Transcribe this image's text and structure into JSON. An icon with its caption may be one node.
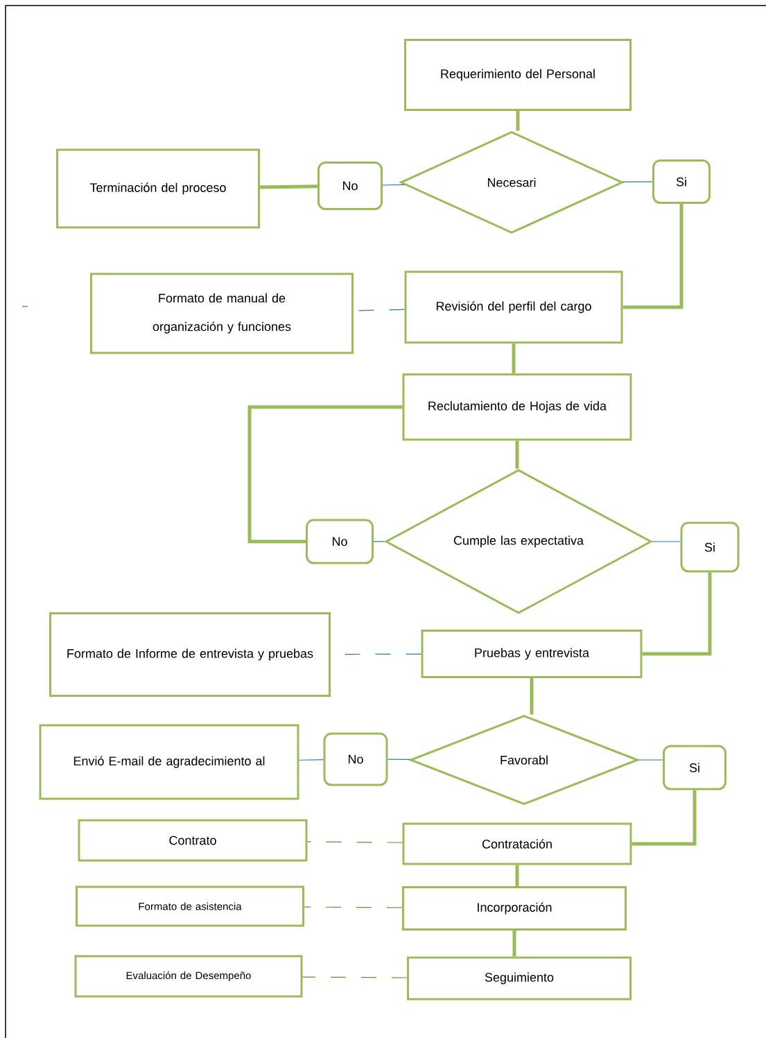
{
  "diagram": {
    "nodes": [
      {
        "text": [
          "Requerimiento del Personal"
        ]
      },
      {
        "text": [
          "Necesari"
        ]
      },
      {
        "text": [
          "No"
        ]
      },
      {
        "text": [
          "Si"
        ]
      },
      {
        "text": [
          "Terminación del proceso"
        ]
      },
      {
        "text": [
          "Revisión del perfil del cargo"
        ]
      },
      {
        "text": [
          "Formato de manual de organización y funciones"
        ]
      },
      {
        "text": [
          "Reclutamiento de Hojas de vida"
        ]
      },
      {
        "text": [
          "Cumple las expectativa"
        ]
      },
      {
        "text": [
          "No"
        ]
      },
      {
        "text": [
          "Si"
        ]
      },
      {
        "text": [
          "Pruebas y entrevista"
        ]
      },
      {
        "text": [
          "Formato de Informe de entrevista y pruebas"
        ]
      },
      {
        "text": [
          "Favorabl"
        ]
      },
      {
        "text": [
          "No"
        ]
      },
      {
        "text": [
          "Si"
        ]
      },
      {
        "text": [
          "Envió E-mail de agradecimiento al"
        ]
      },
      {
        "text": [
          "Contratación"
        ]
      },
      {
        "text": [
          "Contrato"
        ]
      },
      {
        "text": [
          "Incorporación"
        ]
      },
      {
        "text": [
          "Formato de asistencia"
        ]
      },
      {
        "text": [
          "Seguimiento"
        ]
      },
      {
        "text": [
          "Evaluación de Desempeño"
        ]
      }
    ],
    "edges": [
      {
        "from": 0,
        "to": 1,
        "arrow": "none",
        "style": "thick"
      },
      {
        "from": 1,
        "to": 2,
        "arrow": "none",
        "color": "#2e75b6"
      },
      {
        "from": 1,
        "to": 3,
        "arrow": "none",
        "color": "#2e75b6"
      },
      {
        "from": 2,
        "to": 4,
        "arrow": "none",
        "style": "thick"
      },
      {
        "from": 3,
        "to": 5,
        "arrow": "none",
        "style": "thick"
      },
      {
        "from": 5,
        "to": 6,
        "arrow": "none",
        "style": "dashed",
        "color": "#2e75b6"
      },
      {
        "from": 5,
        "to": 7,
        "arrow": "none",
        "style": "thick"
      },
      {
        "from": 7,
        "to": 8,
        "arrow": "none",
        "style": "thick"
      },
      {
        "from": 7,
        "to": 9,
        "arrow": "none",
        "style": "thick"
      },
      {
        "from": 8,
        "to": 9,
        "arrow": "none",
        "color": "#2e75b6"
      },
      {
        "from": 8,
        "to": 10,
        "arrow": "none",
        "color": "#2e75b6"
      },
      {
        "from": 10,
        "to": 11,
        "arrow": "none",
        "style": "thick"
      },
      {
        "from": 11,
        "to": 12,
        "arrow": "none",
        "style": "dashed",
        "color": "#2e75b6"
      },
      {
        "from": 11,
        "to": 13,
        "arrow": "none",
        "style": "thick"
      },
      {
        "from": 13,
        "to": 14,
        "arrow": "none",
        "color": "#2e75b6"
      },
      {
        "from": 13,
        "to": 15,
        "arrow": "none",
        "color": "#2e75b6"
      },
      {
        "from": 14,
        "to": 16,
        "arrow": "none",
        "color": "#2e75b6"
      },
      {
        "from": 15,
        "to": 17,
        "arrow": "none",
        "style": "thick"
      },
      {
        "from": 17,
        "to": 18,
        "arrow": "none",
        "style": "dashed",
        "color": "#6b8a2e"
      },
      {
        "from": 17,
        "to": 19,
        "arrow": "none",
        "style": "thick"
      },
      {
        "from": 19,
        "to": 20,
        "arrow": "none",
        "style": "dashed",
        "color": "#6b8a2e"
      },
      {
        "from": 19,
        "to": 21,
        "arrow": "none",
        "style": "thick"
      },
      {
        "from": 21,
        "to": 22,
        "arrow": "none",
        "style": "dashed",
        "color": "#6b8a2e"
      }
    ]
  }
}
